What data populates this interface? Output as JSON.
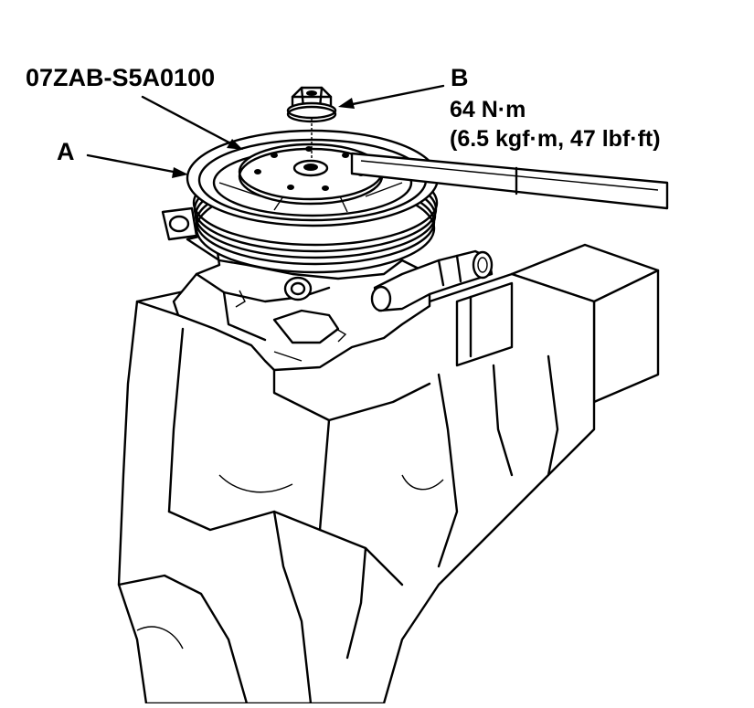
{
  "labels": {
    "tool_number": "07ZAB-S5A0100",
    "part_a": "A",
    "part_b": "B",
    "torque_nm": "64 N·m",
    "torque_alt": "(6.5 kgf·m, 47 lbf·ft)"
  }
}
